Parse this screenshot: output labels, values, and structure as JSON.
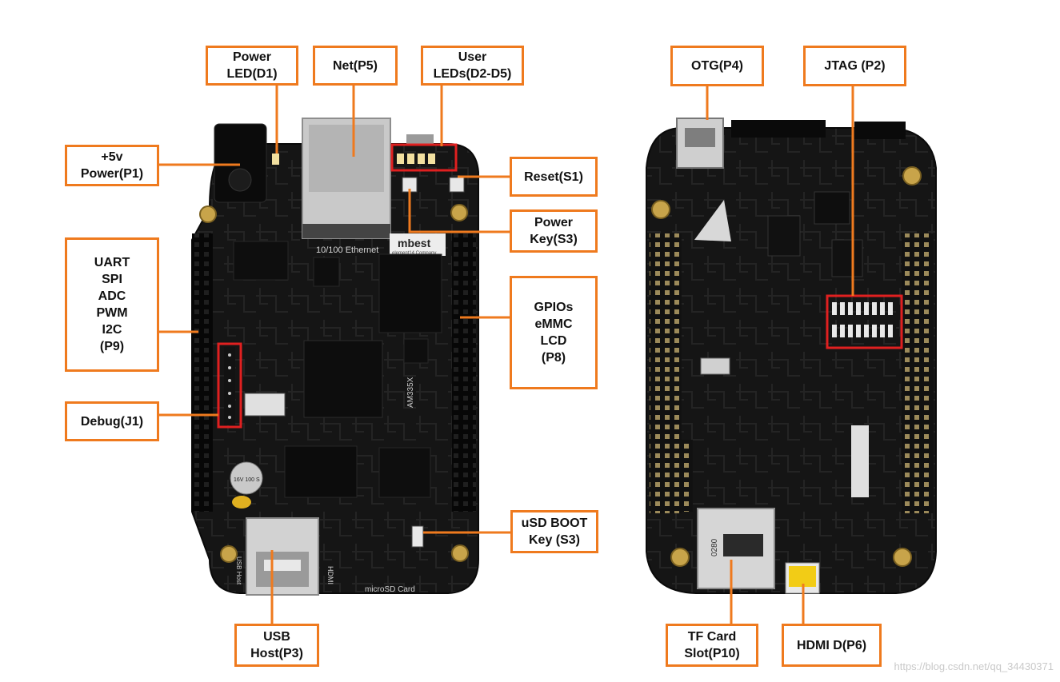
{
  "colors": {
    "callout_border": "#ef7a1e",
    "connector": "#ef7a1e",
    "highlight_box": "#e02020",
    "board_pcb": "#141414",
    "board_header": "#050505",
    "copper_pads": "#c8a44a",
    "usb_metal": "#cfcfcf",
    "hdmi_connector": "#f2cc16"
  },
  "boards": {
    "top_view": {
      "name": "board-top-view",
      "silkscreen": {
        "ethernet": "10/100 Ethernet",
        "brand": "mbest",
        "brand_sub": "element14 Company",
        "soc": "AM335X",
        "sd": "microSD Card",
        "hdmi": "HDMI",
        "usb": "USB Host",
        "cap": "16V 100 S"
      }
    },
    "bottom_view": {
      "name": "board-bottom-view",
      "silkscreen": {
        "tf": "0280"
      }
    }
  },
  "callouts": {
    "power_led": [
      "Power",
      "LED(D1)"
    ],
    "net": [
      "Net(P5)"
    ],
    "user_leds": [
      "User",
      "LEDs(D2-D5)"
    ],
    "power_5v": [
      "+5v",
      "Power(P1)"
    ],
    "reset": [
      "Reset(S1)"
    ],
    "power_key": [
      "Power",
      "Key(S3)"
    ],
    "p9_functions": [
      "UART",
      "SPI",
      "ADC",
      "PWM",
      "I2C",
      "(P9)"
    ],
    "p8_functions": [
      "GPIOs",
      "eMMC",
      "LCD",
      "(P8)"
    ],
    "debug": [
      "Debug(J1)"
    ],
    "usd_boot": [
      "uSD BOOT",
      "Key (S3)"
    ],
    "usb_host": [
      "USB",
      "Host(P3)"
    ],
    "otg": [
      "OTG(P4)"
    ],
    "jtag": [
      "JTAG (P2)"
    ],
    "tf_card": [
      "TF Card",
      "Slot(P10)"
    ],
    "hdmi": [
      "HDMI D(P6)"
    ]
  },
  "watermark": "https://blog.csdn.net/qq_34430371"
}
